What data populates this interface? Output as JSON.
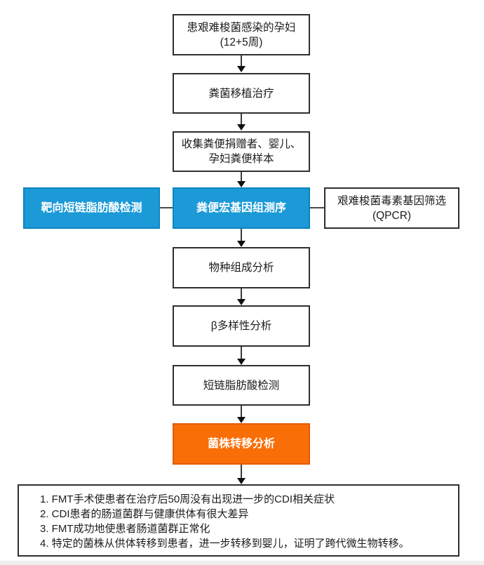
{
  "colors": {
    "node_blue": "#1b9ad7",
    "node_blue_border": "#0d85c0",
    "node_orange": "#f96e07",
    "node_orange_border": "#e25b00",
    "box_border": "#2f2f2f",
    "connector": "#3a3a3a"
  },
  "nodes": {
    "patient": {
      "line1": "患艰难梭菌感染的孕妇",
      "line2": "(12+5周)"
    },
    "fmt": {
      "line1": "粪菌移植治疗"
    },
    "collect": {
      "line1": "收集粪便捐赠者、婴儿、",
      "line2": "孕妇粪便样本"
    },
    "targeted_scfa": {
      "line1": "靶向短链脂肪酸检测"
    },
    "metagenome": {
      "line1": "粪便宏基因组测序"
    },
    "qpcr": {
      "line1": "艰难梭菌毒素基因筛选",
      "line2": "(QPCR)"
    },
    "species": {
      "line1": "物种组成分析"
    },
    "beta": {
      "line1": "β多样性分析"
    },
    "scfa": {
      "line1": "短链脂肪酸检测"
    },
    "strain": {
      "line1": "菌株转移分析"
    }
  },
  "conclusions": {
    "item1": "1. FMT手术使患者在治疗后50周没有出现进一步的CDI相关症状",
    "item2": "2. CDI患者的肠道菌群与健康供体有很大差异",
    "item3": "3. FMT成功地使患者肠道菌群正常化",
    "item4": "4. 特定的菌株从供体转移到患者，进一步转移到婴儿，证明了跨代微生物转移。"
  }
}
